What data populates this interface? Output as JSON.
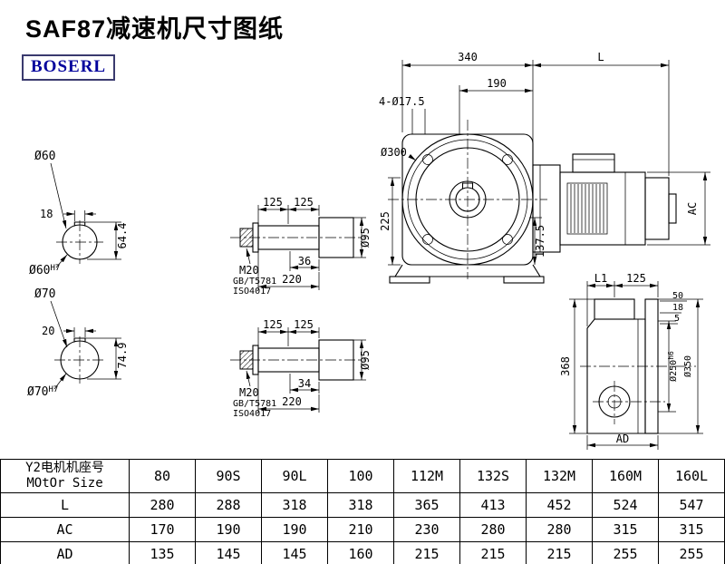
{
  "title": "SAF87减速机尺寸图纸",
  "logo": "BOSERL",
  "front_view": {
    "dim_340": "340",
    "dim_l": "L",
    "dim_190": "190",
    "holes_label": "4-Ø17.5",
    "dia_300": "Ø300",
    "dim_225": "225",
    "dim_137_5": "137.5",
    "dim_ac": "AC"
  },
  "shaft_section_60": {
    "dia": "Ø60",
    "key_width": "18",
    "key_height": "64.4",
    "fit_dia": "Ø60",
    "fit_tol": "H7"
  },
  "shaft_section_70": {
    "dia": "Ø70",
    "key_width": "20",
    "key_height": "74.9",
    "fit_dia": "Ø70",
    "fit_tol": "H7"
  },
  "shaft_detail_top": {
    "dim_125_left": "125",
    "dim_125_right": "125",
    "thread": "M20",
    "standard_gb": "GB/T5781",
    "standard_iso": "ISO4017",
    "dim_inner": "36",
    "dim_220": "220",
    "dia_95": "Ø95"
  },
  "shaft_detail_bottom": {
    "dim_125_left": "125",
    "dim_125_right": "125",
    "thread": "M20",
    "standard_gb": "GB/T5781",
    "standard_iso": "ISO4017",
    "dim_inner": "34",
    "dim_220": "220",
    "dia_95": "Ø95"
  },
  "side_view": {
    "dim_l1": "L1",
    "dim_125": "125",
    "dim_50": "50",
    "dim_18": "18",
    "dim_5": "5",
    "dim_368": "368",
    "dia_250": "Ø250",
    "dia_250_tol": "h6",
    "dia_350": "Ø350",
    "dim_ad": "AD"
  },
  "table": {
    "header_line1": "Y2电机机座号",
    "header_line2": "MOtOr Size",
    "columns": [
      "80",
      "90S",
      "90L",
      "100",
      "112M",
      "132S",
      "132M",
      "160M",
      "160L"
    ],
    "rows": [
      {
        "label": "L",
        "values": [
          "280",
          "288",
          "318",
          "318",
          "365",
          "413",
          "452",
          "524",
          "547"
        ]
      },
      {
        "label": "AC",
        "values": [
          "170",
          "190",
          "190",
          "210",
          "230",
          "280",
          "280",
          "315",
          "315"
        ]
      },
      {
        "label": "AD",
        "values": [
          "135",
          "145",
          "145",
          "160",
          "215",
          "215",
          "215",
          "255",
          "255"
        ]
      }
    ]
  }
}
